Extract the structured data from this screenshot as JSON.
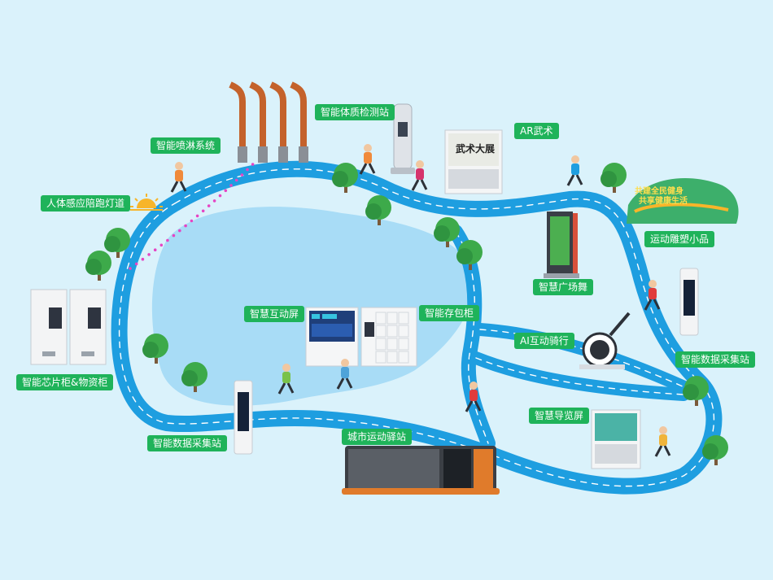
{
  "labels": {
    "pe_test": "智能体质检测站",
    "ar_wushu": "AR武术",
    "mist": "智能喷淋系统",
    "sensor_lights": "人体感应陪跑灯道",
    "sculpture": "运动雕塑小品",
    "square_dance": "智慧广场舞",
    "interactive": "智慧互动屏",
    "locker": "智能存包柜",
    "chip_cabinet": "智能芯片柜&物资柜",
    "ai_bike": "AI互动骑行",
    "data_station_right": "智能数据采集站",
    "guide_screen": "智慧导览屏",
    "data_station_left": "智能数据采集站",
    "city_station": "城市运动驿站"
  },
  "sculpture_text": {
    "line1": "共建全民健身",
    "line2": "共享健康生活"
  },
  "ar_screen_text": "武术大展",
  "colors": {
    "background": "#daf2fb",
    "path": "#1e9ee0",
    "lake": "#a8dcf6",
    "label": "#1fb35a",
    "pole": "#c4622b",
    "light_dots": "#e645c4"
  }
}
